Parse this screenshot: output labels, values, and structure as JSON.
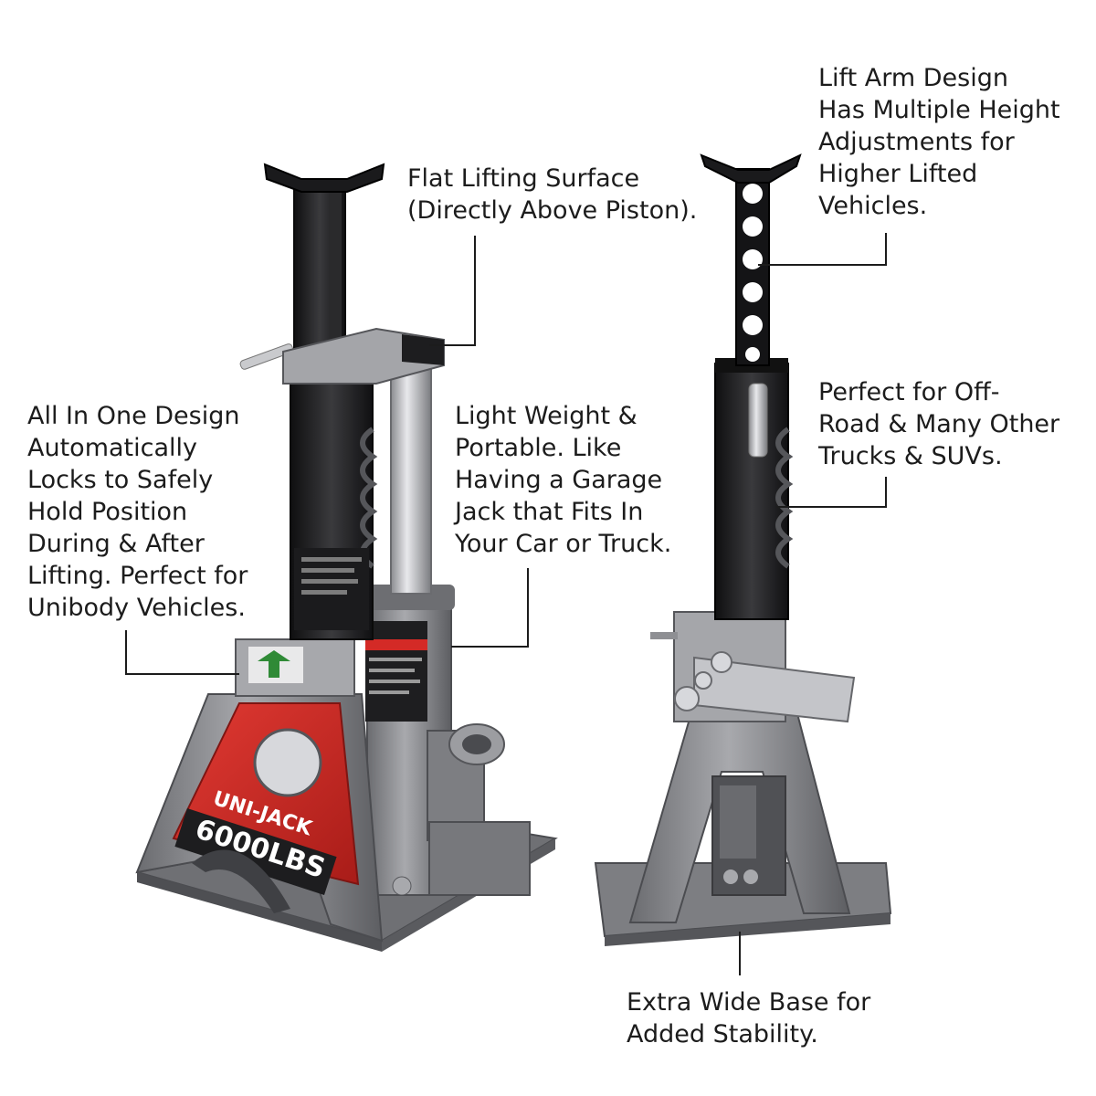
{
  "callouts": {
    "flat_lifting_surface": [
      "Flat Lifting Surface",
      "(Directly Above Piston)."
    ],
    "lift_arm_design": [
      "Lift Arm Design",
      "Has Multiple Height",
      "Adjustments for",
      "Higher Lifted",
      "Vehicles."
    ],
    "all_in_one_design": [
      "All In One Design",
      "Automatically",
      "Locks to Safely",
      "Hold Position",
      "During & After",
      "Lifting. Perfect for",
      "Unibody Vehicles."
    ],
    "light_weight": [
      "Light Weight &",
      "Portable. Like",
      "Having a Garage",
      "Jack that Fits In",
      "Your Car or Truck."
    ],
    "off_road": [
      "Perfect for Off-",
      "Road & Many Other",
      "Trucks & SUVs."
    ],
    "extra_wide_base": [
      "Extra Wide Base for",
      "Added Stability."
    ]
  },
  "product_labels": {
    "brand": "UNI-JACK",
    "capacity": "6000LBS"
  },
  "colors": {
    "stand_grey": "#8f9094",
    "stand_dark": "#5e5f63",
    "stand_light": "#c3c4c8",
    "ram_black": "#1d1d1f",
    "label_red": "#d42a26",
    "text": "#1c1c1c",
    "background": "#ffffff"
  }
}
